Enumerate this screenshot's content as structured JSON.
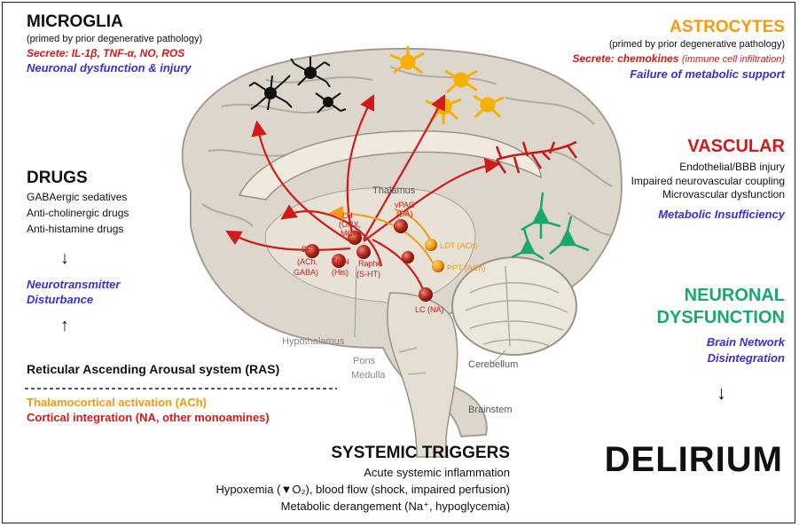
{
  "microglia": {
    "title": "MICROGLIA",
    "primed": "(primed by prior degenerative pathology)",
    "secrete": "Secrete: IL-1β, TNF-α, NO, ROS",
    "effect": "Neuronal dysfunction & injury"
  },
  "astrocytes": {
    "title": "ASTROCYTES",
    "primed": "(primed by prior degenerative pathology)",
    "secrete_label": "Secrete: chemokines",
    "secrete_note": "(immune cell infiltration)",
    "effect": "Failure of metabolic support"
  },
  "vascular": {
    "title": "VASCULAR",
    "lines": [
      "Endothelial/BBB injury",
      "Impaired neurovascular coupling",
      "Microvascular dysfunction"
    ],
    "effect": "Metabolic Insufficiency"
  },
  "drugs": {
    "title": "DRUGS",
    "lines": [
      "GABAergic sedatives",
      "Anti-cholinergic drugs",
      "Anti-histamine drugs"
    ],
    "arrow": "↓",
    "effect_1": "Neurotransmitter",
    "effect_2": "Disturbance",
    "arrow_up": "↑"
  },
  "neuronal": {
    "title_1": "NEURONAL",
    "title_2": "DYSFUNCTION",
    "effect_1": "Brain Network",
    "effect_2": "Disintegration",
    "arrow": "↓"
  },
  "ras": {
    "title": "Reticular Ascending Arousal system (RAS)",
    "thalamocortical": "Thalamocortical activation (ACh)",
    "cortical": "Cortical integration (NA, other monoamines)"
  },
  "systemic": {
    "title": "SYSTEMIC TRIGGERS",
    "line1": "Acute systemic inflammation",
    "line2": "Hypoxemia (▼O₂), blood flow (shock, impaired perfusion)",
    "line3": "Metabolic derangement (Na⁺, hypoglycemia)"
  },
  "outcome": "DELIRIUM",
  "brain_labels": {
    "thalamus": "Thalamus",
    "vpag_1": "vPAG",
    "vpag_2": "(DA)",
    "lh_1": "LH",
    "lh_2": "(ORX,",
    "lh_3": "MCH)",
    "bf_1": "BF",
    "bf_2": "(ACh,",
    "bf_3": "GABA)",
    "tmn_1": "TMN",
    "tmn_2": "(His)",
    "raphe_1": "Raphe",
    "raphe_2": "(S-HT)",
    "ldt": "LDT (ACh)",
    "ppt": "PPT (ACh)",
    "lc": "LC (NA)",
    "hypothalamus": "Hypothalamus",
    "pons": "Pons",
    "medulla": "Medulla",
    "cerebellum": "Cerebellum",
    "brainstem": "Brainstem"
  },
  "colors": {
    "red": "#d11a1a",
    "blue": "#3a2fd6",
    "orange": "#f39a12",
    "green": "#19a96b",
    "nucleus": "#b52a1c"
  }
}
